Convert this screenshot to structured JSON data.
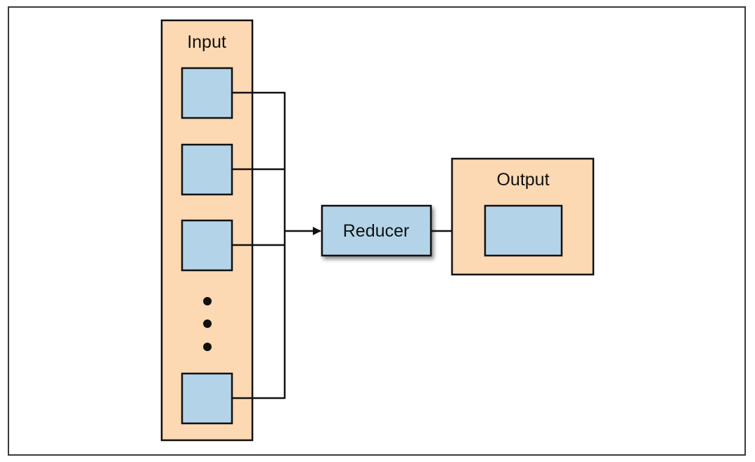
{
  "diagram": {
    "input": {
      "label": "Input",
      "item_count_shown": 4,
      "ellipsis": true
    },
    "reducer": {
      "label": "Reducer"
    },
    "output": {
      "label": "Output",
      "item_count_shown": 1
    },
    "colors": {
      "container_fill": "#fcd9b3",
      "item_fill": "#b3d4e8",
      "stroke": "#111111",
      "frame": "#3a3a3a"
    }
  }
}
